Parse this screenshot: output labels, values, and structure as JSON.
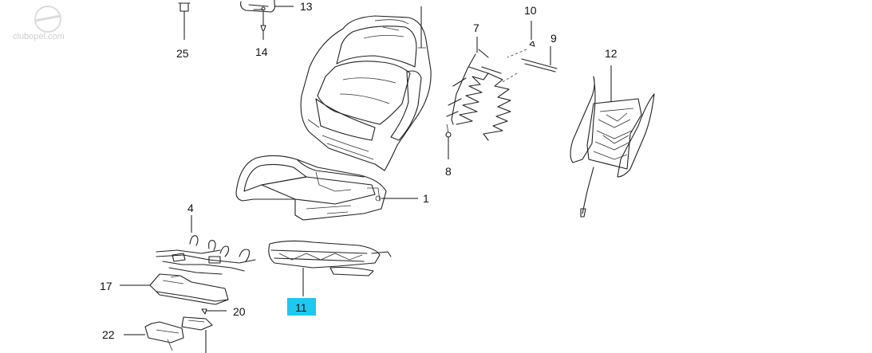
{
  "watermark": {
    "text": "clubopel.com"
  },
  "callouts": {
    "c1": "1",
    "c4": "4",
    "c7": "7",
    "c8": "8",
    "c9": "9",
    "c10": "10",
    "c11": "11",
    "c12": "12",
    "c13": "13",
    "c14": "14",
    "c17": "17",
    "c20": "20",
    "c22": "22",
    "c25": "25"
  },
  "highlight": {
    "callout": "11",
    "color": "#1ec8f0"
  }
}
